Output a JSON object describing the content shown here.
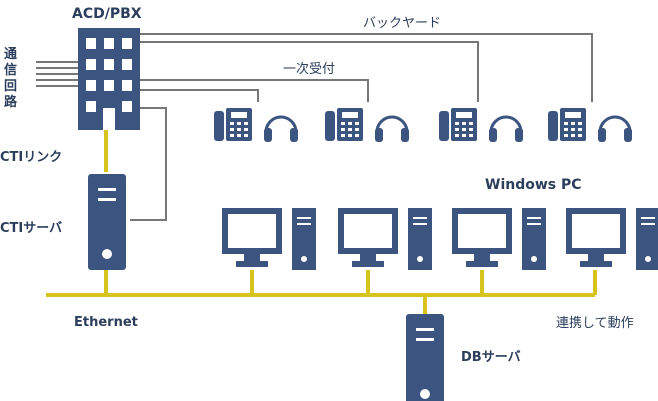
{
  "labels": {
    "acd_pbx": "ACD/PBX",
    "trunk_lines": [
      "通",
      "信",
      "回",
      "路"
    ],
    "backyard": "バックヤード",
    "ichiji_uketsuke": "一次受付",
    "cti_link": "CTIリンク",
    "cti_server": "CTIサーバ",
    "windows_pc": "Windows PC",
    "ethernet": "Ethernet",
    "linked_operation": "連携して動作",
    "db_server": "DBサーバ"
  },
  "icons": {
    "building": "building-icon",
    "phone": "desk-phone-icon",
    "headset": "headset-icon",
    "server": "server-tower-icon",
    "pc": "desktop-pc-icon"
  },
  "colors": {
    "text": "#2c3e5c",
    "device": "#3c5480",
    "phone_wire": "#777777",
    "ethernet": "#d6c41c"
  }
}
